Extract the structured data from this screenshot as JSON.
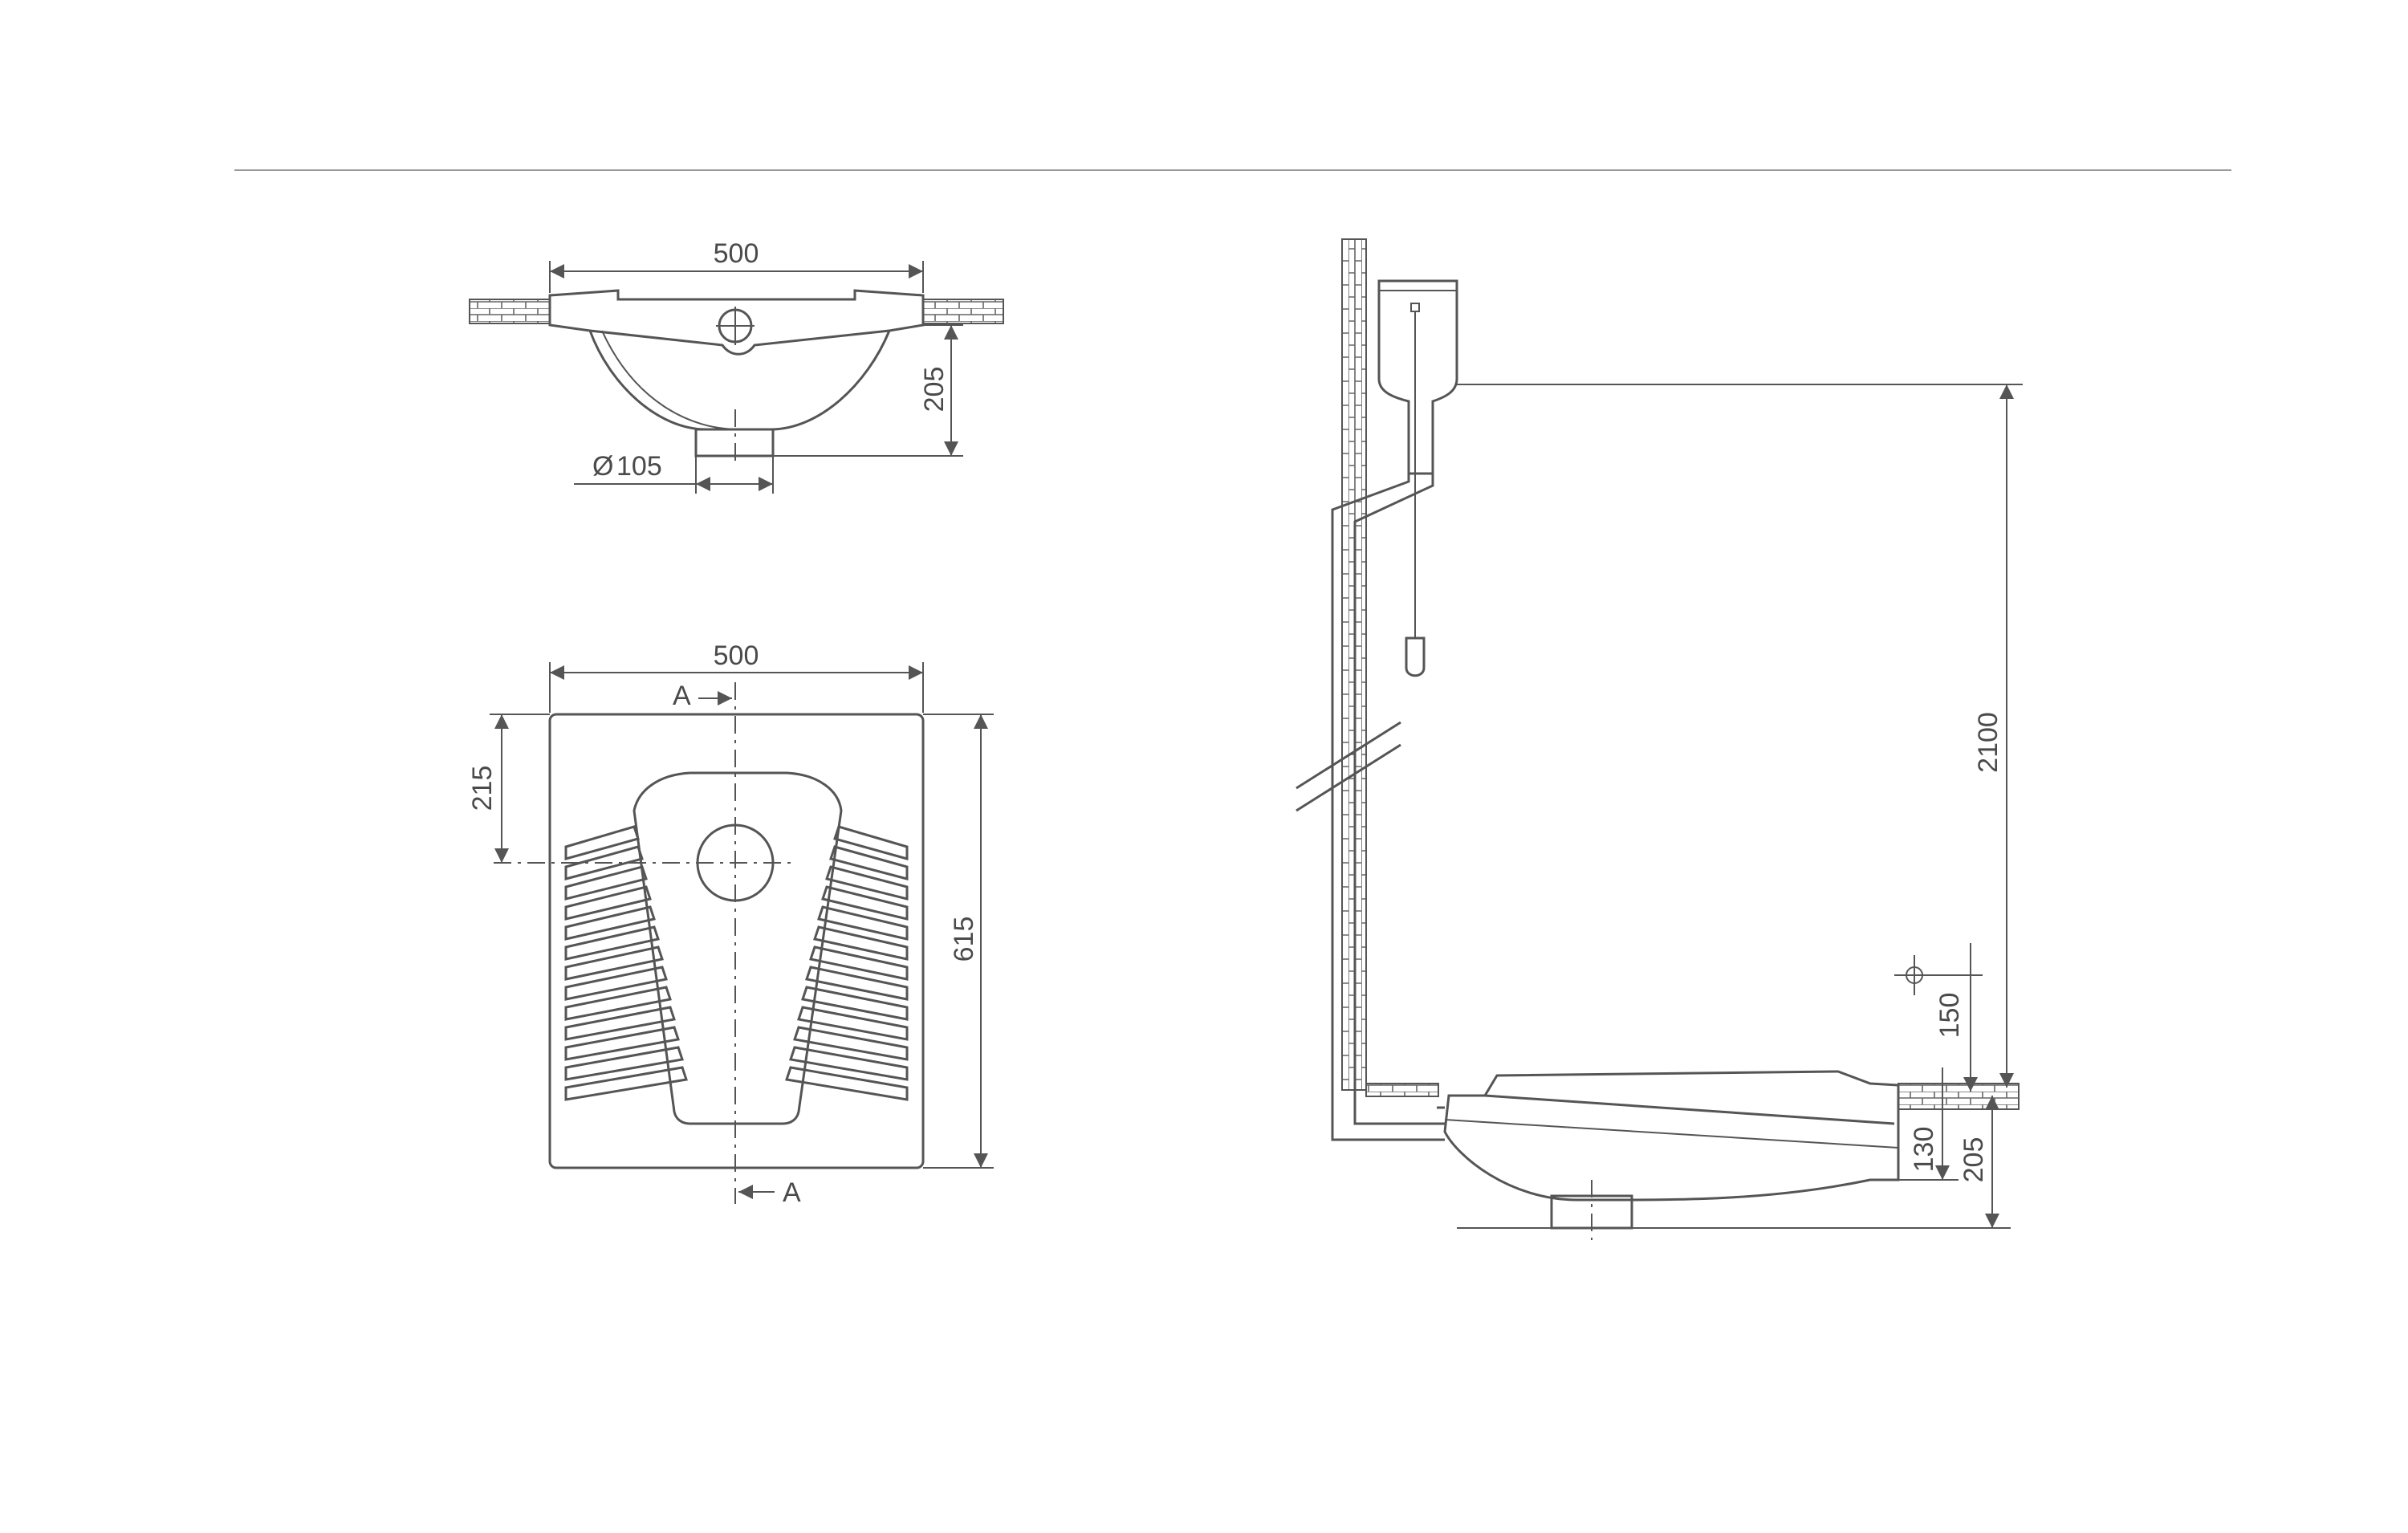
{
  "colors": {
    "line": "#555555",
    "text": "#4a4a4a",
    "separator": "#9a9a9a",
    "background": "#ffffff"
  },
  "top_view": {
    "width_label": "500",
    "depth_label": "205",
    "outlet_label": "105",
    "diameter_symbol": "Ø"
  },
  "plan_view": {
    "width_label": "500",
    "length_label": "615",
    "offset_label": "215",
    "section_top": "A",
    "section_bottom": "A"
  },
  "side_view": {
    "height_label": "2100",
    "pipe_label": "150",
    "inlet_label": "130",
    "depth_label": "205"
  }
}
